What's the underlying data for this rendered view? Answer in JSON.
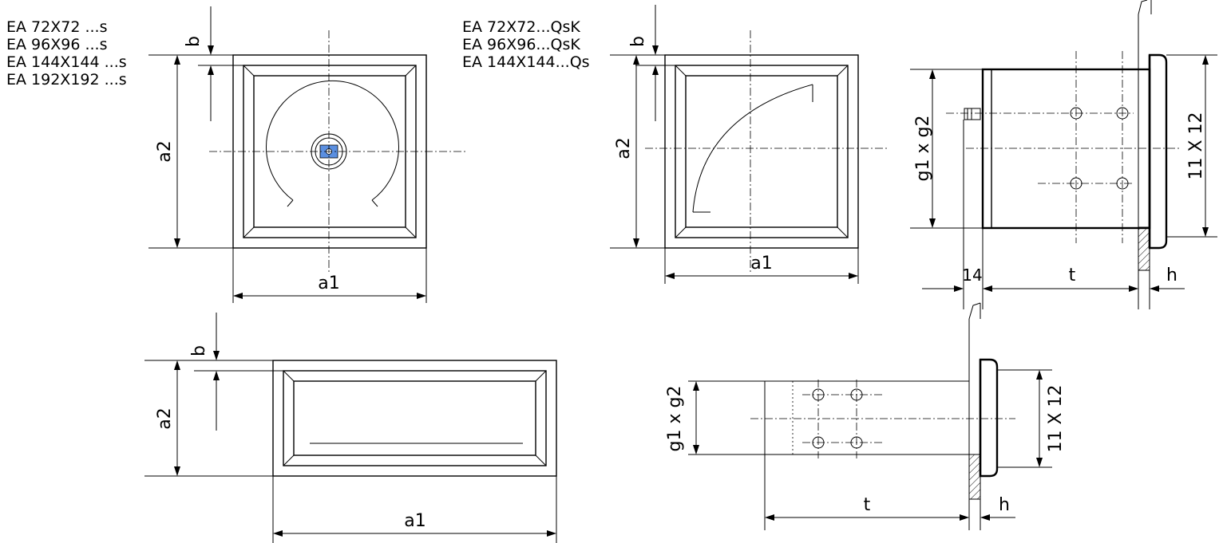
{
  "models_group_s": [
    "EA 72X72 ...s",
    "EA 96X96 ...s",
    "EA 144X144 ...s",
    "EA 192X192 ...s"
  ],
  "models_group_qsk": [
    "EA 72X72...QsK",
    "EA 96X96...QsK",
    "EA 144X144...Qs"
  ],
  "dims": {
    "a1": "a1",
    "a2": "a2",
    "b": "b",
    "g": "g1 x g2",
    "flange": "11 X 12",
    "t": "t",
    "h": "h",
    "depth_offset": "14"
  },
  "colors": {
    "line": "#000000",
    "knob": "#5b8fe0",
    "hatch": "#000000"
  }
}
